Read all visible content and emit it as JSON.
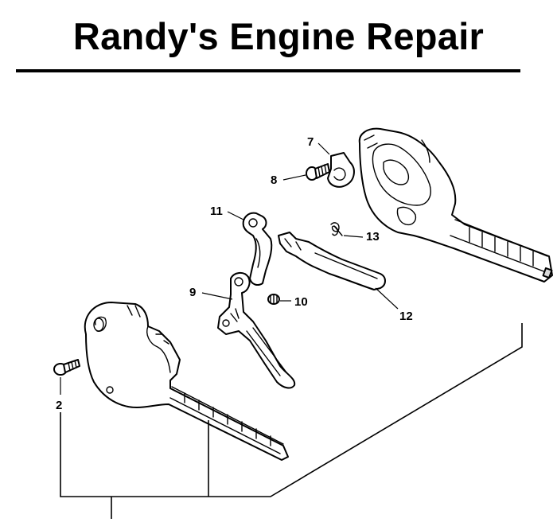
{
  "title": "Randy's Engine Repair",
  "diagram": {
    "callouts": {
      "c2": "2",
      "c7": "7",
      "c8": "8",
      "c9": "9",
      "c10": "10",
      "c11": "11",
      "c12": "12",
      "c13": "13"
    }
  }
}
